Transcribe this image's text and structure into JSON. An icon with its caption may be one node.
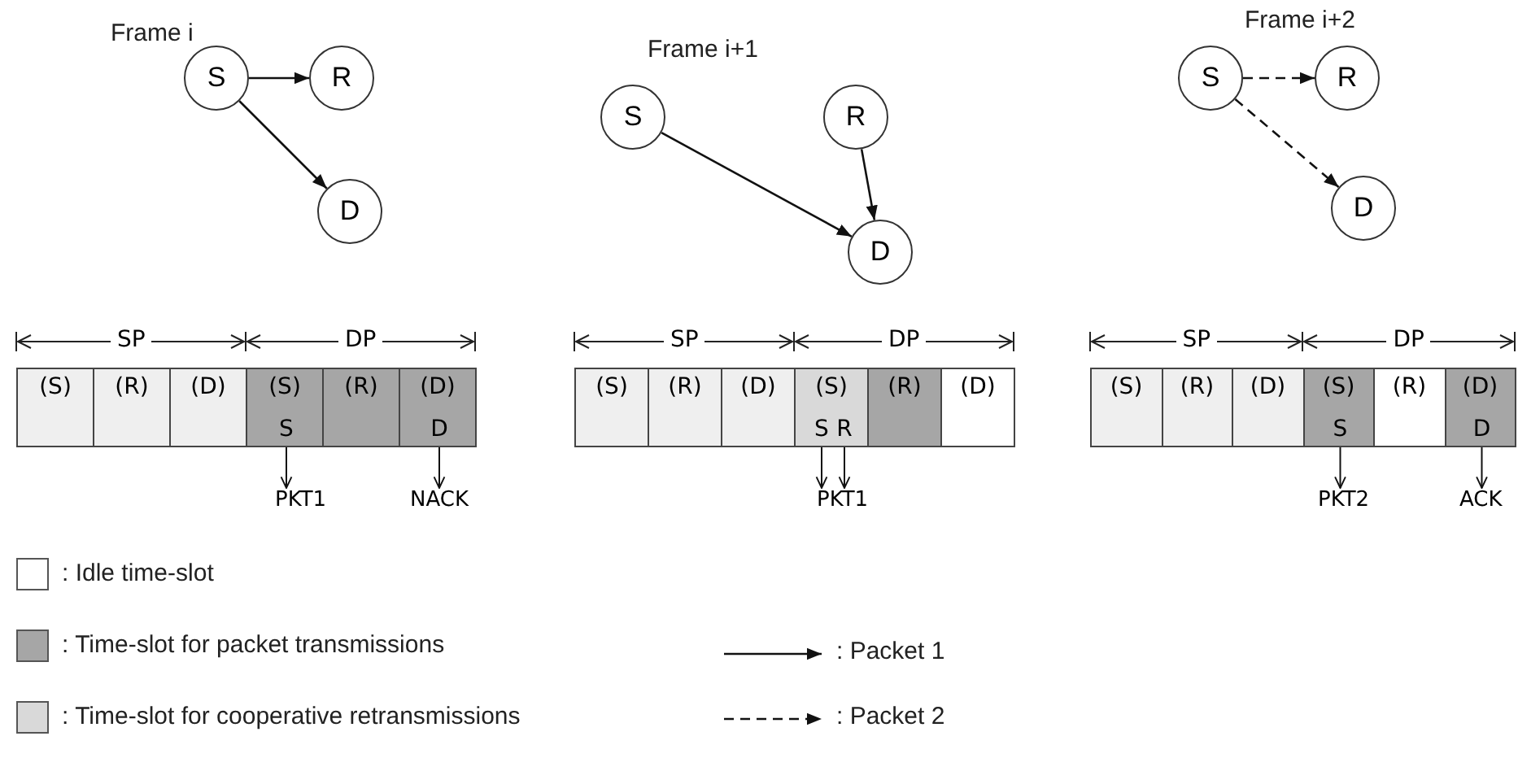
{
  "diagram": {
    "nodes": [
      {
        "text": [
          "S"
        ]
      },
      {
        "text": [
          "R"
        ]
      },
      {
        "text": [
          "D"
        ]
      },
      {
        "text": [
          "(S)"
        ]
      },
      {
        "text": [
          "(R)"
        ]
      },
      {
        "text": [
          "(D)"
        ]
      },
      {
        "text": [
          "(S)",
          "S"
        ]
      },
      {
        "text": [
          "(R)"
        ]
      },
      {
        "text": [
          "(D)",
          "D"
        ]
      },
      {
        "text": [
          "PKT1"
        ]
      },
      {
        "text": [
          "NACK"
        ]
      },
      {
        "text": [
          "S"
        ]
      },
      {
        "text": [
          "R"
        ]
      },
      {
        "text": [
          "D"
        ]
      },
      {
        "text": [
          "(S)"
        ]
      },
      {
        "text": [
          "(R)"
        ]
      },
      {
        "text": [
          "(D)"
        ]
      },
      {
        "text": [
          "(S)",
          "S",
          "R"
        ]
      },
      {
        "text": [
          "(R)"
        ]
      },
      {
        "text": [
          "(D)"
        ]
      },
      {
        "text": [
          "PKT1"
        ]
      },
      {
        "text": [
          "S"
        ]
      },
      {
        "text": [
          "R"
        ]
      },
      {
        "text": [
          "D"
        ]
      },
      {
        "text": [
          "(S)"
        ]
      },
      {
        "text": [
          "(R)"
        ]
      },
      {
        "text": [
          "(D)"
        ]
      },
      {
        "text": [
          "(S)",
          "S"
        ]
      },
      {
        "text": [
          "(R)"
        ]
      },
      {
        "text": [
          "(D)",
          "D"
        ]
      },
      {
        "text": [
          "PKT2"
        ]
      },
      {
        "text": [
          "ACK"
        ]
      }
    ],
    "edges": [
      {
        "from": 0,
        "to": 1,
        "arrow": "to"
      },
      {
        "from": 0,
        "to": 2,
        "arrow": "to"
      },
      {
        "from": 6,
        "to": 9,
        "arrow": "to"
      },
      {
        "from": 8,
        "to": 10,
        "arrow": "to"
      },
      {
        "from": 11,
        "to": 13,
        "arrow": "to"
      },
      {
        "from": 12,
        "to": 13,
        "arrow": "to"
      },
      {
        "from": 17,
        "to": 20,
        "arrow": "to"
      },
      {
        "from": 17,
        "to": 20,
        "arrow": "to"
      },
      {
        "from": 21,
        "to": 22,
        "arrow": "to",
        "style": "dashed"
      },
      {
        "from": 21,
        "to": 23,
        "arrow": "to",
        "style": "dashed"
      },
      {
        "from": 27,
        "to": 30,
        "arrow": "to"
      },
      {
        "from": 29,
        "to": 31,
        "arrow": "to"
      }
    ],
    "labels": [
      "Frame i",
      "Frame i+1",
      "Frame i+2",
      "SP",
      "DP",
      "SP",
      "DP",
      "SP",
      "DP"
    ],
    "legend": [
      {
        "text": ": Idle time-slot",
        "color": "#ffffff"
      },
      {
        "text": ": Time-slot for packet transmissions",
        "color": "#a6a6a6"
      },
      {
        "text": ": Time-slot for cooperative retransmissions",
        "color": "#d9d9d9"
      },
      {
        "text": ": Packet 1"
      },
      {
        "text": ": Packet 2"
      }
    ]
  }
}
